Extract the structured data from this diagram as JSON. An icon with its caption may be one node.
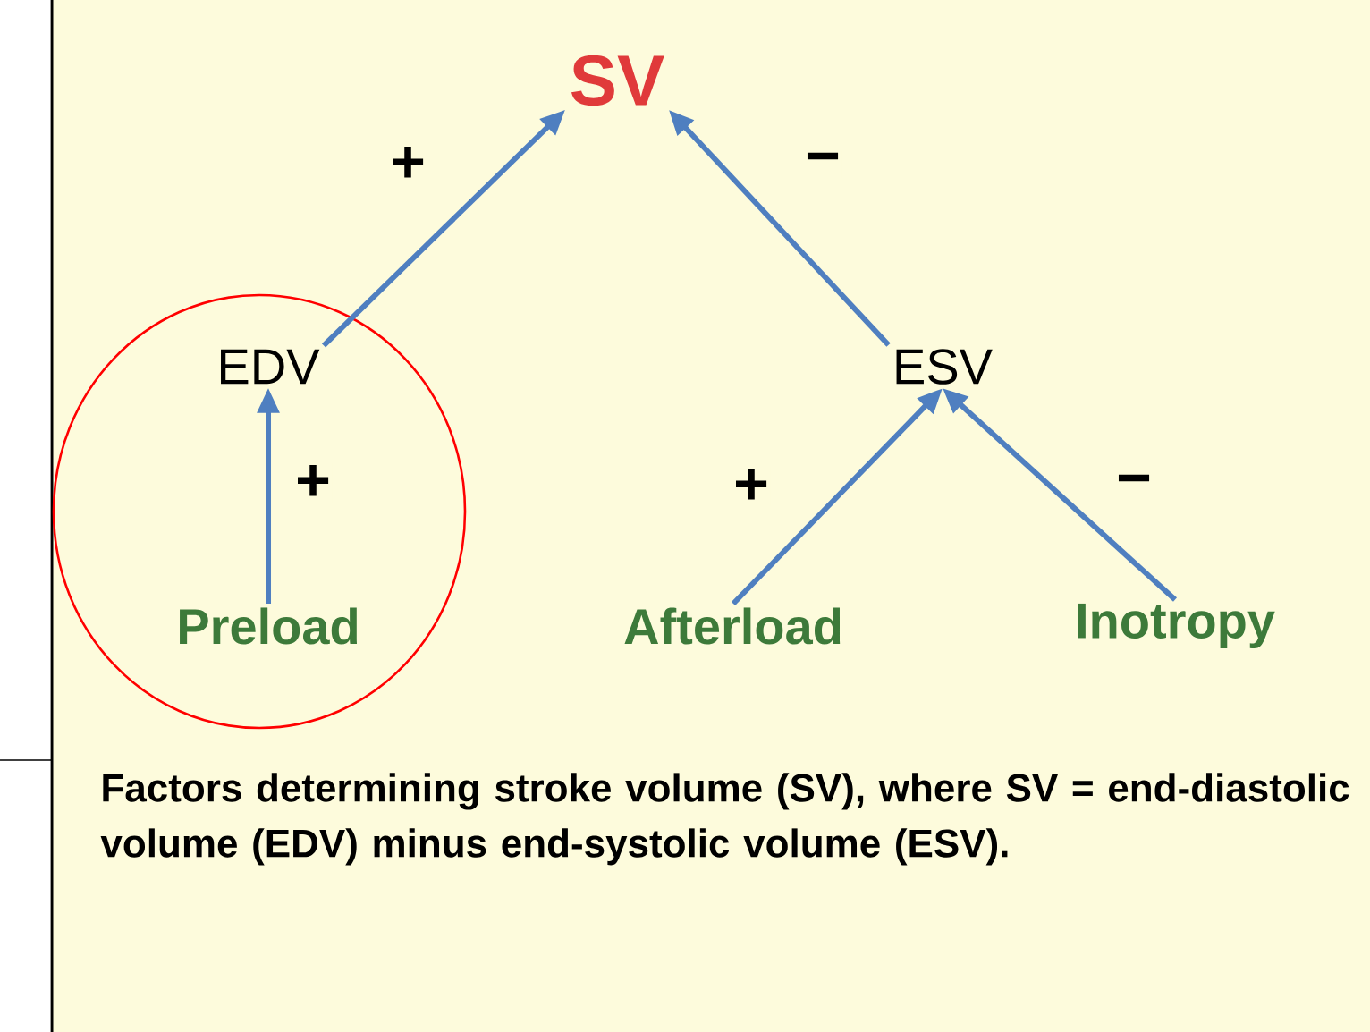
{
  "diagram": {
    "caption": "Factors determining stroke volume (SV), where SV = end-diastolic volume (EDV) minus end-systolic volume (ESV).",
    "nodes": [
      {
        "text": [
          "SV"
        ]
      },
      {
        "text": [
          "EDV"
        ]
      },
      {
        "text": [
          "ESV"
        ]
      },
      {
        "text": [
          "Preload"
        ]
      },
      {
        "text": [
          "Afterload"
        ]
      },
      {
        "text": [
          "Inotropy"
        ]
      }
    ],
    "edges": [
      {
        "from": 1,
        "to": 0,
        "arrow": "to",
        "label": "+"
      },
      {
        "from": 2,
        "to": 0,
        "arrow": "to",
        "label": "−"
      },
      {
        "from": 3,
        "to": 1,
        "arrow": "to",
        "label": "+"
      },
      {
        "from": 4,
        "to": 2,
        "arrow": "to",
        "label": "+"
      },
      {
        "from": 5,
        "to": 2,
        "arrow": "to",
        "label": "−"
      }
    ]
  }
}
